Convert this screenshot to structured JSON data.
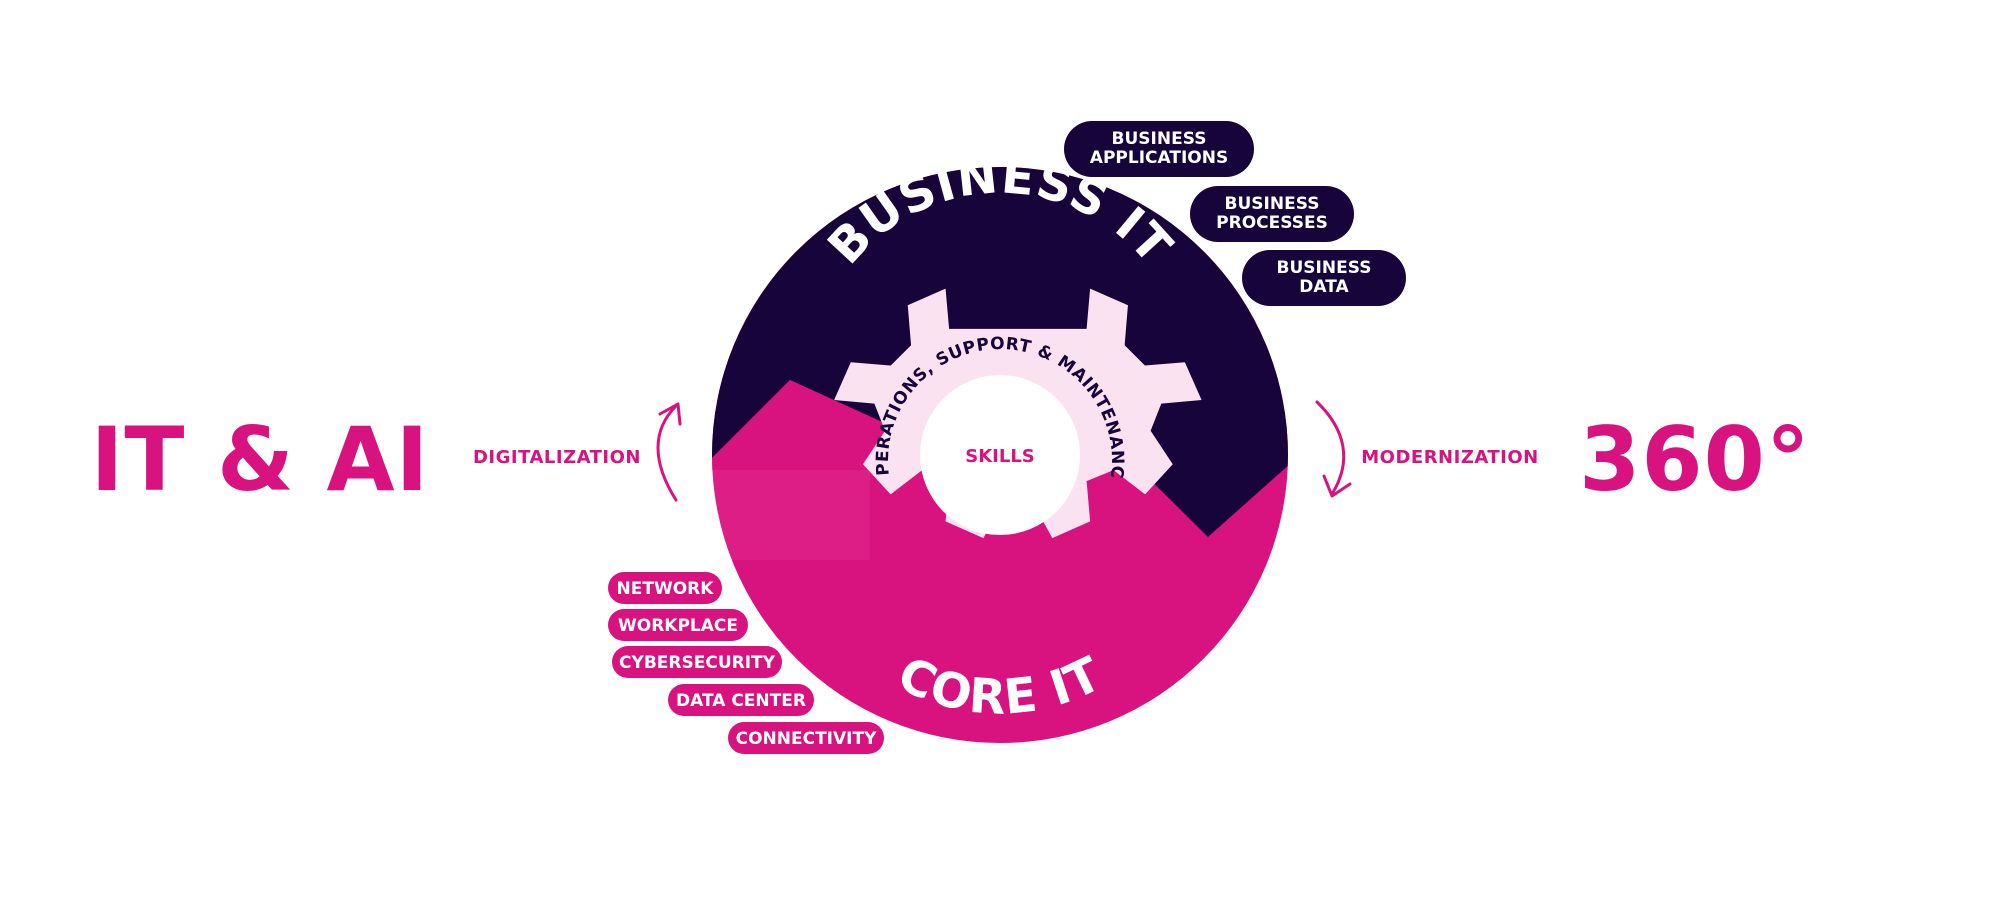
{
  "colors": {
    "navy": "#17043a",
    "magenta": "#d8127f",
    "magenta_light": "#e9449b",
    "pink_light": "#fbe2f0",
    "white": "#ffffff"
  },
  "left_title": "IT & AI",
  "right_title": "360°",
  "left_label": "DIGITALIZATION",
  "right_label": "MODERNIZATION",
  "ring": {
    "top_title": "BUSINESS IT",
    "bottom_title": "CORE IT",
    "gear_text": "OPERATIONS, SUPPORT & MAINTENANCE",
    "center_text": "SKILLS"
  },
  "business_pills": [
    {
      "line1": "BUSINESS",
      "line2": "APPLICATIONS"
    },
    {
      "line1": "BUSINESS",
      "line2": "PROCESSES"
    },
    {
      "line1": "BUSINESS",
      "line2": "DATA"
    }
  ],
  "core_pills": [
    "NETWORK",
    "WORKPLACE",
    "CYBERSECURITY",
    "DATA CENTER",
    "CONNECTIVITY"
  ],
  "icons": {
    "left_arrow": "curved-arrow-up-icon",
    "right_arrow": "curved-arrow-down-icon",
    "gear": "gear-icon"
  }
}
